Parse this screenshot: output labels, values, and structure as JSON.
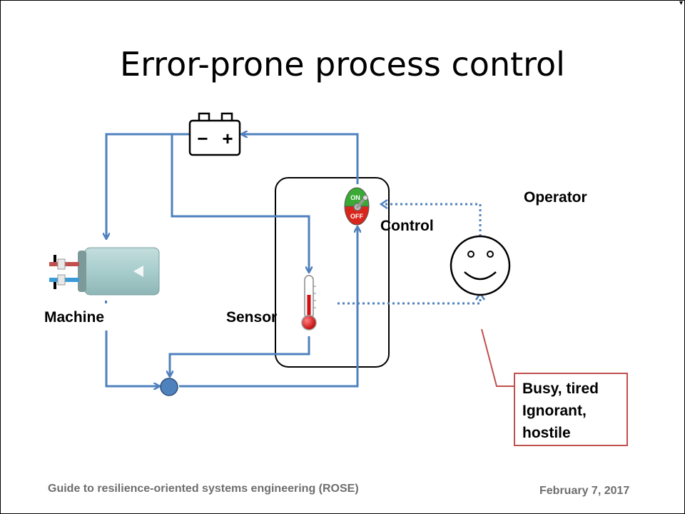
{
  "slide": {
    "title": "Error-prone process control",
    "labels": {
      "operator": "Operator",
      "control": "Control",
      "machine": "Machine",
      "sensor": "Sensor"
    },
    "switch": {
      "on": "ON",
      "off": "OFF"
    },
    "battery": {
      "minus": "−",
      "plus": "+"
    },
    "callout": {
      "lines": [
        "Busy, tired",
        "Ignorant,",
        "hostile"
      ]
    },
    "footer": {
      "left": "Guide to resilience-oriented systems engineering (ROSE)",
      "right": "February 7, 2017"
    },
    "colors": {
      "wire": "#4f81bd",
      "callout": "#c0504d",
      "switch_on": "#3aaa35",
      "switch_off": "#d9261c",
      "thermometer": "#d01010",
      "machine_body": "#a8cccc",
      "junction": "#4f81bd"
    }
  }
}
